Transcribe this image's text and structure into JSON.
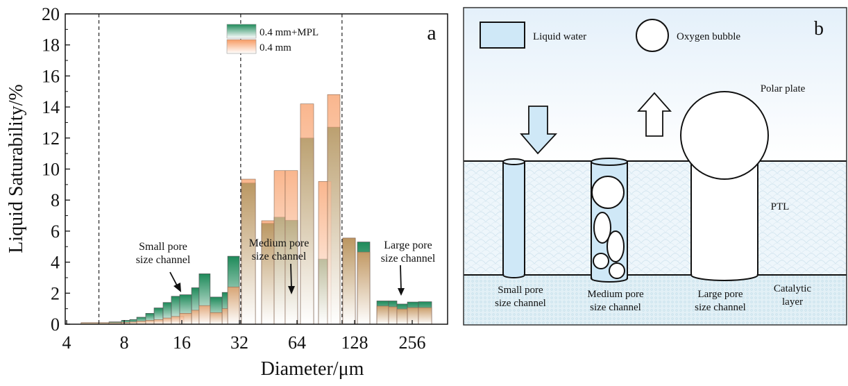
{
  "chart_data": {
    "type": "bar",
    "panel_label": "a",
    "xlabel": "Diameter/μm",
    "ylabel": "Liquid Saturability/%",
    "xscale": "log2",
    "xlim": [
      4,
      420
    ],
    "ylim": [
      0,
      20
    ],
    "xticks": [
      4,
      8,
      16,
      32,
      64,
      128,
      256
    ],
    "xtick_labels": [
      "4",
      "8",
      "16",
      "32",
      "64",
      "128",
      "256"
    ],
    "yticks": [
      0,
      2,
      4,
      6,
      8,
      10,
      12,
      14,
      16,
      18,
      20
    ],
    "ytick_labels": [
      "0",
      "2",
      "4",
      "6",
      "8",
      "10",
      "12",
      "14",
      "16",
      "18",
      "20"
    ],
    "dividers": [
      5.9,
      32.5,
      110
    ],
    "legend_position": "top-center",
    "series": [
      {
        "name": "0.4 mm+MPL",
        "color": "#1e8a5a"
      },
      {
        "name": "0.4 mm",
        "color": "#f7a06e"
      }
    ],
    "bins": [
      [
        4.76,
        5.87,
        0.1,
        0.1
      ],
      [
        5.87,
        6.66,
        0.1,
        0.1
      ],
      [
        6.66,
        7.74,
        0.15,
        0.1
      ],
      [
        7.74,
        8.55,
        0.25,
        0.12
      ],
      [
        8.55,
        9.3,
        0.3,
        0.15
      ],
      [
        9.3,
        10.36,
        0.45,
        0.2
      ],
      [
        10.36,
        11.46,
        0.7,
        0.25
      ],
      [
        11.46,
        12.77,
        1.05,
        0.3
      ],
      [
        12.77,
        14.11,
        1.4,
        0.4
      ],
      [
        14.11,
        16.4,
        1.8,
        0.5
      ],
      [
        15.6,
        18.0,
        1.9,
        0.7
      ],
      [
        18.0,
        19.7,
        2.35,
        0.9
      ],
      [
        19.7,
        22.5,
        3.25,
        1.2
      ],
      [
        22.5,
        26.0,
        1.75,
        0.75
      ],
      [
        26.0,
        27.8,
        2.05,
        1.0
      ],
      [
        27.8,
        32.0,
        4.38,
        2.4
      ],
      [
        32.8,
        38.8,
        9.1,
        9.35
      ],
      [
        41.8,
        48.6,
        6.5,
        6.67
      ],
      [
        48.6,
        55.5,
        6.9,
        9.9
      ],
      [
        55.5,
        64.5,
        6.7,
        9.9
      ],
      [
        66.7,
        78.2,
        12.0,
        14.2
      ],
      [
        82.9,
        96.4,
        4.2,
        9.2
      ],
      [
        92.4,
        107.4,
        12.7,
        14.8
      ],
      [
        111.0,
        129.1,
        5.55,
        5.55
      ],
      [
        132.4,
        153.8,
        5.3,
        4.65
      ],
      [
        167.3,
        192.7,
        1.5,
        1.17
      ],
      [
        192.7,
        213.0,
        1.5,
        1.12
      ],
      [
        213.0,
        241.6,
        1.3,
        0.98
      ],
      [
        241.6,
        275.9,
        1.43,
        1.07
      ],
      [
        275.9,
        323.5,
        1.45,
        1.07
      ]
    ],
    "annotations": [
      {
        "line1": "Small pore",
        "line2": "size channel"
      },
      {
        "line1": "Medium pore",
        "line2": "size channel"
      },
      {
        "line1": "Large  pore",
        "line2": "size channel"
      }
    ]
  },
  "diagram": {
    "panel_label": "b",
    "legend_water": "Liquid water",
    "legend_bubble": "Oxygen bubble",
    "polar_plate": "Polar plate",
    "ptl": "PTL",
    "catalytic_line1": "Catalytic",
    "catalytic_line2": "layer",
    "small_line1": "Small pore",
    "small_line2": "size channel",
    "medium_line1": "Medium pore",
    "medium_line2": "size channel",
    "large_line1": "Large pore",
    "large_line2": "size channel",
    "colors": {
      "water": "#cfe8f7",
      "sky_top": "#e9f3fb",
      "ptl": "#eaf4fa",
      "catalytic": "#dcedf5"
    }
  }
}
